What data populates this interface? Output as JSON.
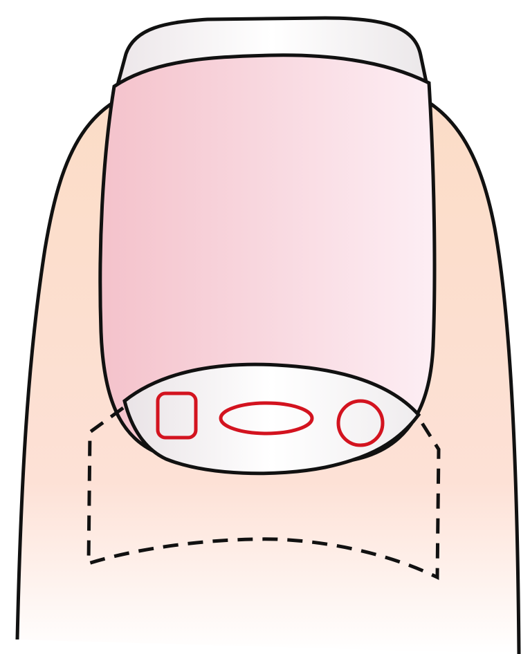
{
  "diagram": {
    "subject": "fingertip-nail",
    "colors": {
      "outline": "#111111",
      "marker": "#d3131f",
      "skin_top": "#fbdcc6",
      "skin_mid": "#fde1d6",
      "skin_bottom": "#ffffff",
      "nail_left": "#f4c2cb",
      "nail_right": "#fdeef4",
      "lunula": "#f2eff1",
      "free_edge": "#f7f5f6"
    },
    "regions": [
      {
        "id": "finger",
        "name": "finger-skin"
      },
      {
        "id": "free_edge",
        "name": "nail-free-edge"
      },
      {
        "id": "nail_plate",
        "name": "nail-plate"
      },
      {
        "id": "lunula",
        "name": "lunula"
      },
      {
        "id": "nail_matrix",
        "name": "nail-matrix-outline",
        "style": "dashed"
      }
    ],
    "markers": [
      {
        "id": "rect",
        "name": "marker-rectangle",
        "shape": "rounded-rectangle"
      },
      {
        "id": "ellipse",
        "name": "marker-ellipse",
        "shape": "ellipse"
      },
      {
        "id": "circle",
        "name": "marker-circle",
        "shape": "circle"
      }
    ]
  }
}
